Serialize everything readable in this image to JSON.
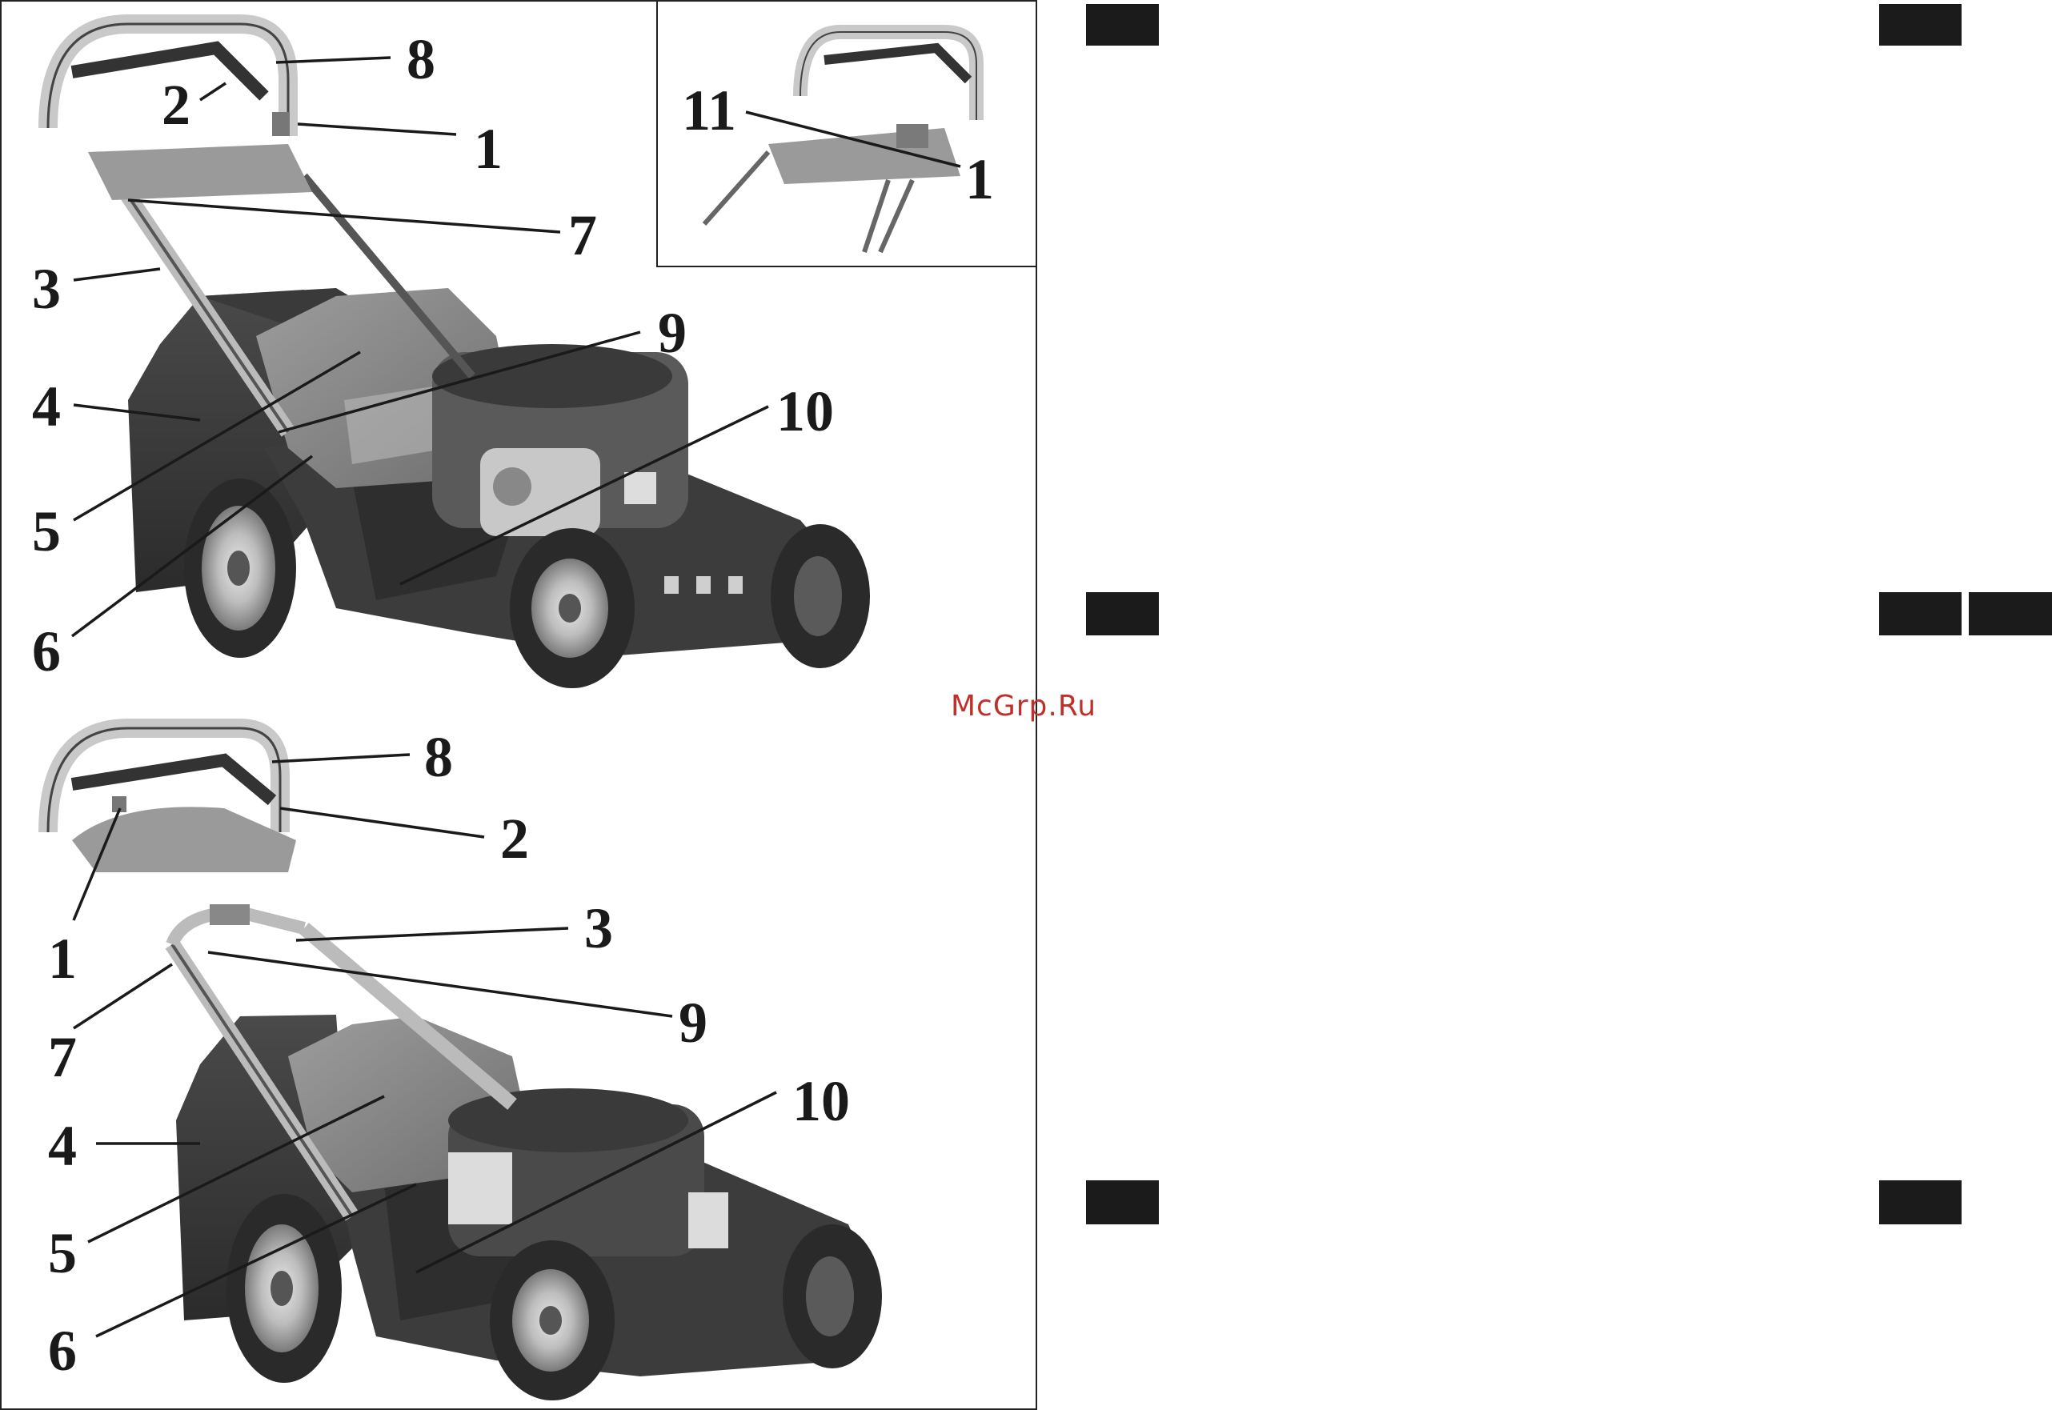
{
  "watermark": "McGrp.Ru",
  "figure_top": {
    "labels": [
      "8",
      "2",
      "1",
      "7",
      "3",
      "9",
      "4",
      "10",
      "5",
      "6"
    ]
  },
  "figure_inset": {
    "labels": [
      "11",
      "1"
    ]
  },
  "figure_bottom": {
    "labels": [
      "8",
      "2",
      "1",
      "3",
      "7",
      "9",
      "4",
      "10",
      "5",
      "6"
    ]
  },
  "colors": {
    "ink": "#1a1a1a",
    "tab": "#1b1b1b",
    "watermark": "#c0302b"
  }
}
